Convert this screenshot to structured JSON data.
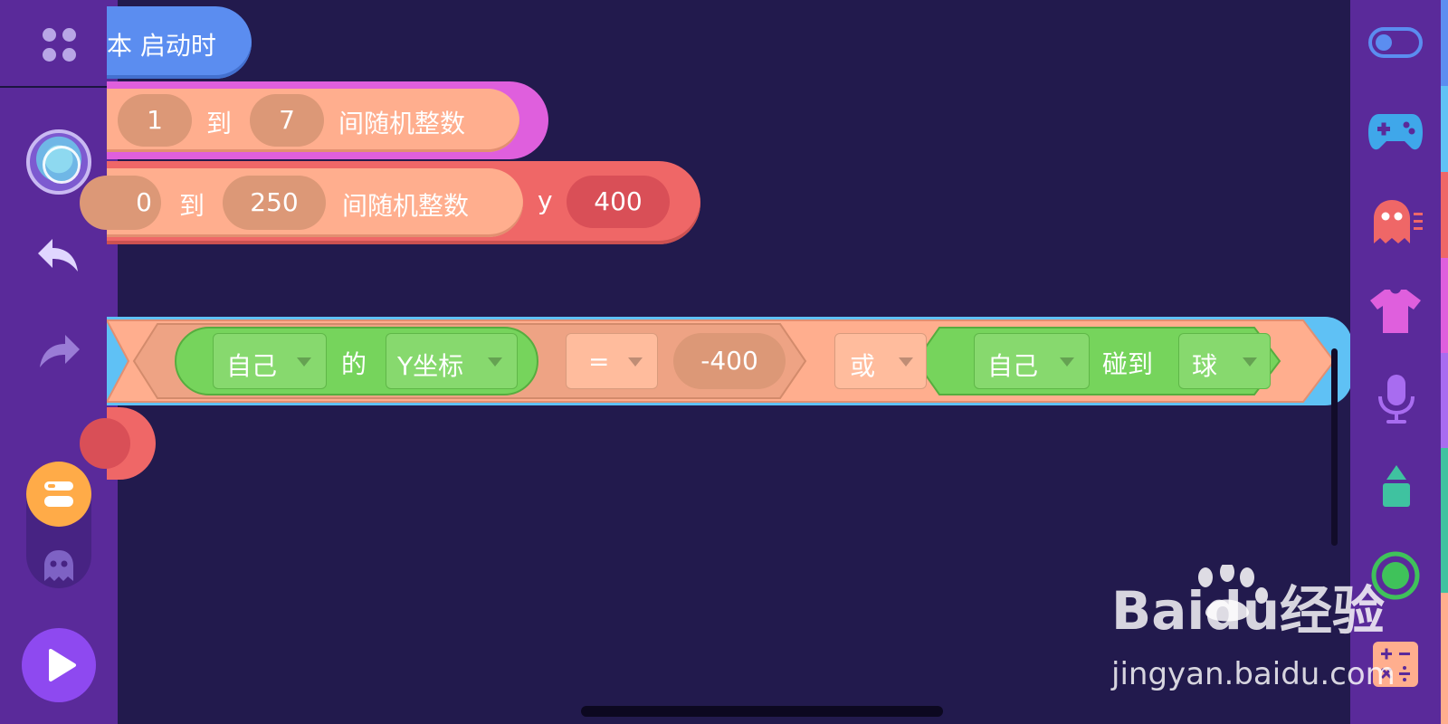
{
  "blocks": {
    "hat_label": "本 启动时",
    "row1": {
      "min": "1",
      "to": "到",
      "max": "7",
      "suffix": "间随机整数"
    },
    "row2": {
      "min": "0",
      "to": "到",
      "max": "250",
      "suffix": "间随机整数",
      "y_label": "y",
      "y_value": "400"
    },
    "condition": {
      "self1": "自己",
      "of": "的",
      "prop": "Y坐标",
      "op": "=",
      "value": "-400",
      "or": "或",
      "self2": "自己",
      "touch": "碰到",
      "target": "球"
    }
  },
  "left_toolbar": {
    "icons": [
      "apps-grid-icon",
      "sprite-avatar",
      "undo-icon",
      "redo-icon",
      "blocks-icon",
      "ghost-icon",
      "play-icon"
    ]
  },
  "right_toolbar": {
    "icons": [
      "toggle-icon",
      "gamepad-icon",
      "ghost-icon",
      "tshirt-icon",
      "microphone-icon",
      "pen-icon",
      "circle-icon",
      "calculator-icon"
    ]
  },
  "colors": {
    "background": "#221a4d",
    "toolbar": "#5a2a9a",
    "event_block": "#5b8df0",
    "operator_block": "#ffae8e",
    "motion_block": "#ef6767",
    "sensing_block": "#76d45c",
    "control_block": "#5fc1f5"
  },
  "watermark": {
    "logo": "Baidu经验",
    "url": "jingyan.baidu.com"
  }
}
